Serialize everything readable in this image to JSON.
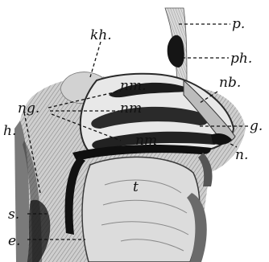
{
  "figure": {
    "labels": {
      "p": "p.",
      "ph": "ph.",
      "kh": "kh.",
      "nb": "nb.",
      "nm_upper": "nm.",
      "nm_middle": "nm",
      "nm_lower": "nm",
      "ng": "ng.",
      "h": "h.",
      "g": "g.",
      "n": "n.",
      "t": "t",
      "s": "s.",
      "e": "e."
    },
    "colors": {
      "ink": "#111111",
      "tissue_dark": "#1a1a1a",
      "tissue_mid": "#6e6e6e",
      "tissue_light": "#bdbdbd",
      "paper": "#ffffff"
    }
  }
}
